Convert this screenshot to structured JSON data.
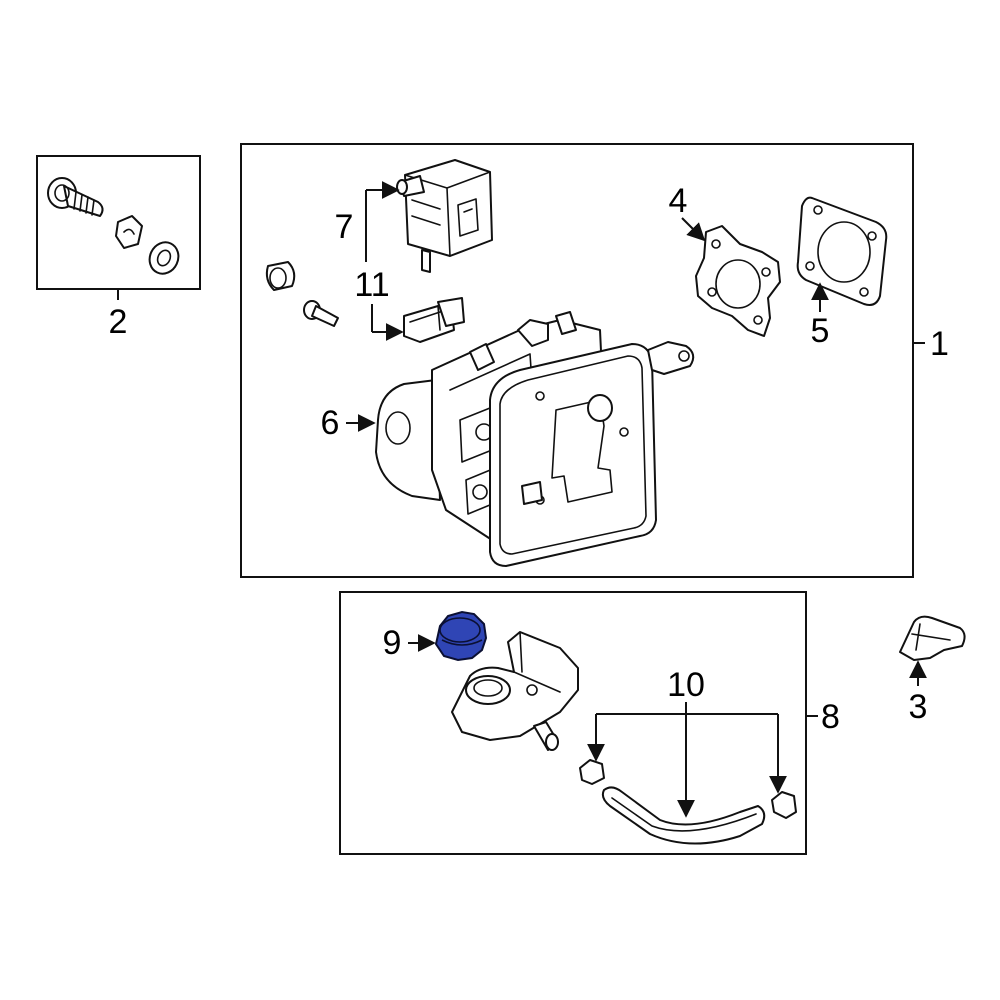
{
  "highlight_color": "#2f45b5",
  "callouts": {
    "c1": "1",
    "c2": "2",
    "c3": "3",
    "c4": "4",
    "c5": "5",
    "c6": "6",
    "c7": "7",
    "c8": "8",
    "c9": "9",
    "c10": "10",
    "c11": "11"
  },
  "highlighted_part": "9"
}
